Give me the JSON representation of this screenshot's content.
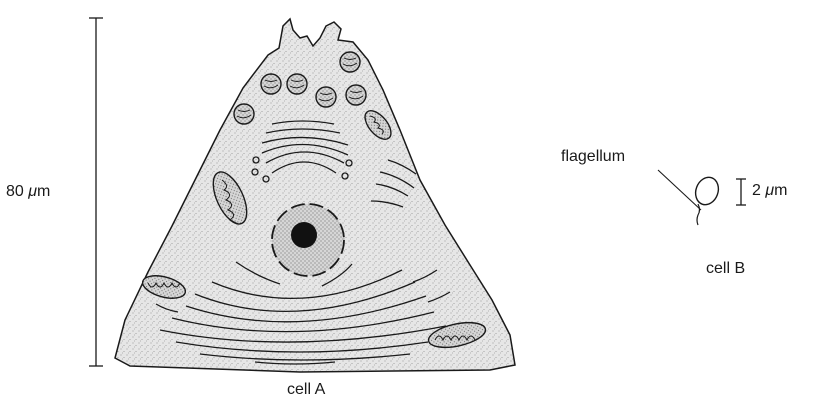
{
  "cell_a": {
    "label": "cell A",
    "scale_value": "80",
    "scale_unit_prefix": "μ",
    "scale_unit_suffix": "m"
  },
  "cell_b": {
    "label": "cell B",
    "flagellum_label": "flagellum",
    "scale_value": "2",
    "scale_unit_prefix": "μ",
    "scale_unit_suffix": "m"
  },
  "colors": {
    "ink": "#1a1a1a",
    "cytoplasm_fill": "#e4e4e4",
    "stipple": "#8a8a8a",
    "nucleolus": "#111111"
  }
}
